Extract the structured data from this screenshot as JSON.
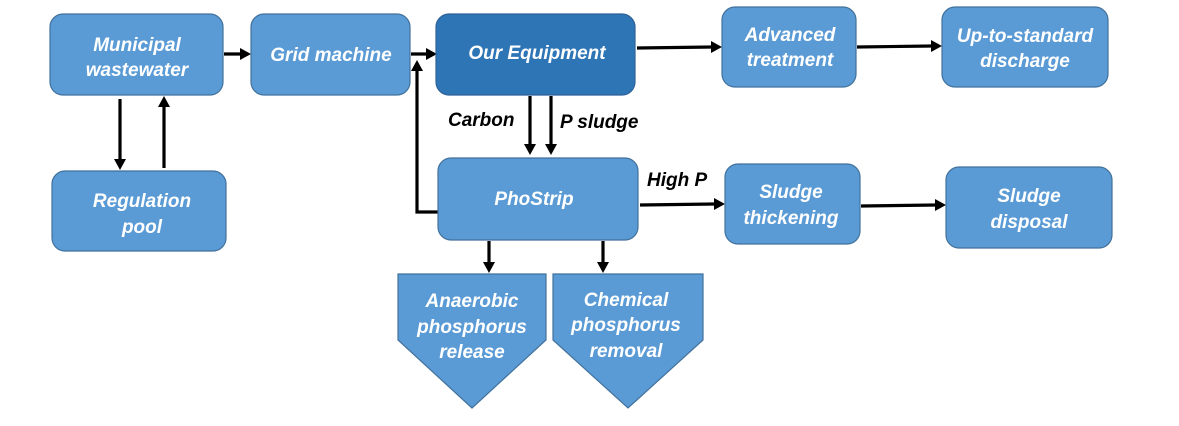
{
  "diagram": {
    "type": "process-flowchart",
    "colors": {
      "node_fill": "#5B9BD5",
      "node_border": "#41719C",
      "primary_node_fill": "#2E75B6",
      "node_text": "#FFFFFF",
      "arrow": "#000000",
      "label_text": "#000000"
    },
    "nodes": {
      "municipal": {
        "lines": [
          "Municipal",
          "wastewater"
        ]
      },
      "grid": {
        "lines": [
          "Grid machine"
        ]
      },
      "equipment": {
        "lines": [
          "Our Equipment"
        ]
      },
      "advanced": {
        "lines": [
          "Advanced",
          "treatment"
        ]
      },
      "discharge": {
        "lines": [
          "Up-to-standard",
          "discharge"
        ]
      },
      "regulation": {
        "lines": [
          "Regulation",
          "pool"
        ]
      },
      "phostrip": {
        "lines": [
          "PhoStrip"
        ]
      },
      "thickening": {
        "lines": [
          "Sludge",
          "thickening"
        ]
      },
      "disposal": {
        "lines": [
          "Sludge",
          "disposal"
        ]
      },
      "anaerobic": {
        "lines": [
          "Anaerobic",
          "phosphorus",
          "release"
        ]
      },
      "chemical": {
        "lines": [
          "Chemical",
          "phosphorus",
          "removal"
        ]
      }
    },
    "edge_labels": {
      "carbon": "Carbon",
      "p_sludge": "P sludge",
      "high_p": "High P"
    },
    "edges": [
      {
        "from": "municipal",
        "to": "grid"
      },
      {
        "from": "grid",
        "to": "equipment"
      },
      {
        "from": "equipment",
        "to": "advanced"
      },
      {
        "from": "advanced",
        "to": "discharge"
      },
      {
        "from": "municipal",
        "to": "regulation"
      },
      {
        "from": "regulation",
        "to": "municipal"
      },
      {
        "from": "equipment",
        "to": "phostrip",
        "label": "Carbon"
      },
      {
        "from": "equipment",
        "to": "phostrip",
        "label": "P sludge"
      },
      {
        "from": "phostrip",
        "to": "equipment"
      },
      {
        "from": "phostrip",
        "to": "thickening",
        "label": "High P"
      },
      {
        "from": "thickening",
        "to": "disposal"
      },
      {
        "from": "phostrip",
        "to": "anaerobic"
      },
      {
        "from": "phostrip",
        "to": "chemical"
      }
    ]
  }
}
